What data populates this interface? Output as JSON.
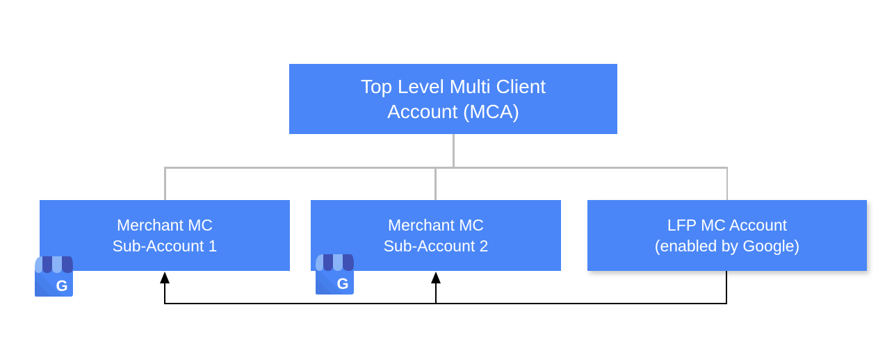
{
  "diagram": {
    "title_alt": "Google Merchant Center account hierarchy with Local Feed Partner",
    "accent_color": "#4a86f7",
    "connector_color": "#bdbdbd",
    "arrow_color": "#000000",
    "text_color": "#ffffff",
    "background": "#ffffff"
  },
  "nodes": {
    "mca": {
      "line1": "Top Level Multi Client",
      "line2": "Account (MCA)"
    },
    "sub1": {
      "line1": "Merchant MC",
      "line2": "Sub-Account 1"
    },
    "sub2": {
      "line1": "Merchant MC",
      "line2": "Sub-Account 2"
    },
    "lfp": {
      "line1": "LFP MC Account",
      "line2": "(enabled by Google)"
    }
  },
  "icons": {
    "gbp_1": "google-business-profile-icon",
    "gbp_2": "google-business-profile-icon",
    "gbp_letter": "G"
  },
  "connectors": {
    "tree_label": "hierarchy-connector",
    "feed_label": "lfp-feed-arrow"
  }
}
